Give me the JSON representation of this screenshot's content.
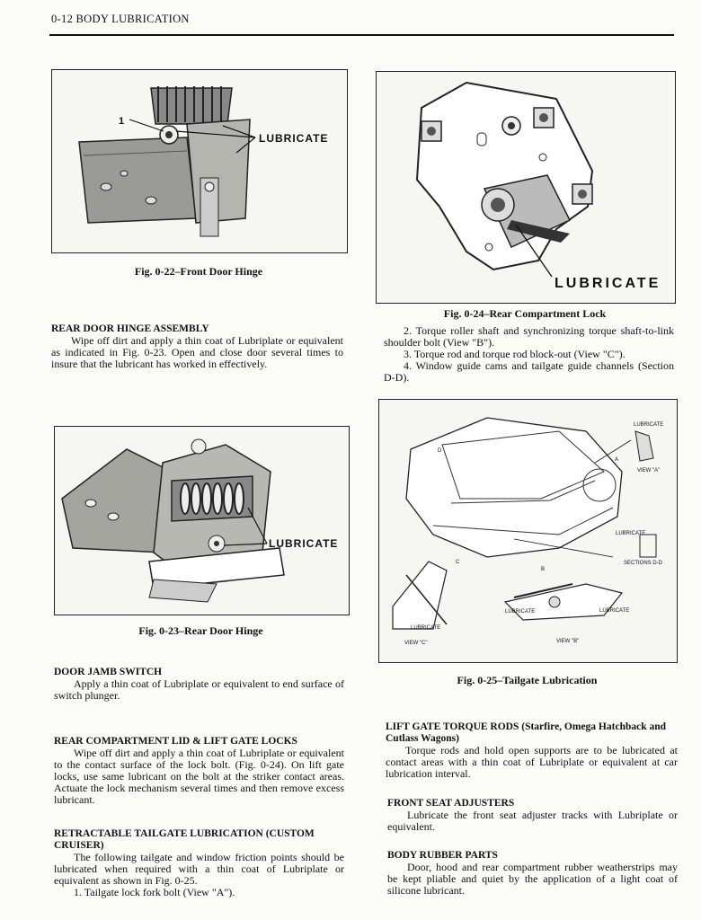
{
  "header": {
    "title": "0-12  BODY LUBRICATION"
  },
  "figures": {
    "fig22": {
      "caption": "Fig. 0-22–Front Door Hinge",
      "label": "LUBRICATE",
      "callout": "1"
    },
    "fig23": {
      "caption": "Fig. 0-23–Rear Door Hinge",
      "label": "LUBRICATE"
    },
    "fig24": {
      "caption": "Fig. 0-24–Rear Compartment Lock",
      "label": "LUBRICATE"
    },
    "fig25": {
      "caption": "Fig. 0-25–Tailgate Lubrication",
      "labels": {
        "lub_top": "LUBRICATE",
        "view_a": "VIEW \"A\"",
        "letter_a": "A",
        "lub_mid": "LUBRICATE",
        "sections": "SECTIONS D-D",
        "letter_b": "B",
        "letter_c": "C",
        "letter_d": "D",
        "lub_c": "LUBRICATE",
        "view_c": "VIEW \"C\"",
        "lub_b1": "LUBRICATE",
        "lub_b2": "LUBRICATE",
        "view_b": "VIEW \"B\""
      }
    }
  },
  "sections": {
    "rear_hinge": {
      "heading": "REAR DOOR HINGE ASSEMBLY",
      "body": "Wipe off dirt and apply a thin coat of Lubriplate or equivalent as indicated in Fig. 0-23. Open and close door several times to insure that the lubricant has worked in effectively."
    },
    "torque_items": {
      "item2": "2. Torque roller shaft and synchronizing torque shaft-to-link shoulder bolt (View \"B\").",
      "item3": "3. Torque rod and torque rod block-out (View \"C\").",
      "item4": "4. Window guide cams and tailgate guide channels (Section D-D)."
    },
    "jamb": {
      "heading": "DOOR JAMB SWITCH",
      "body": "Apply a thin coat of Lubriplate or equivalent to end surface of switch plunger."
    },
    "rear_lid": {
      "heading": "REAR COMPARTMENT LID & LIFT GATE LOCKS",
      "body": "Wipe off dirt and apply a thin coat of Lubriplate or equivalent to the contact surface of the lock bolt. (Fig. 0-24). On lift gate locks, use same lubricant on the bolt at the striker contact areas. Actuate the lock mechanism several times and then remove excess lubricant."
    },
    "retract": {
      "heading": "RETRACTABLE TAILGATE LUBRICATION (CUSTOM CRUISER)",
      "body": "The following tailgate and window friction points should be lubricated when required with a thin coat of Lubriplate or equivalent as shown in Fig. 0-25.",
      "item1": "1. Tailgate lock fork bolt (View \"A\")."
    },
    "lift_gate": {
      "heading": "LIFT GATE TORQUE RODS (Starfire, Omega Hatchback and Cutlass Wagons)",
      "body": "Torque rods and hold open supports are to be lubricated at contact areas with a thin coat of Lubriplate or equivalent at car lubrication interval."
    },
    "seat": {
      "heading": "FRONT SEAT ADJUSTERS",
      "body": "Lubricate the front seat adjuster tracks with Lubriplate or equivalent."
    },
    "rubber": {
      "heading": "BODY RUBBER PARTS",
      "body": "Door, hood and rear compartment rubber weatherstrips may be kept pliable and quiet by the application of a light coat of silicone lubricant."
    }
  }
}
